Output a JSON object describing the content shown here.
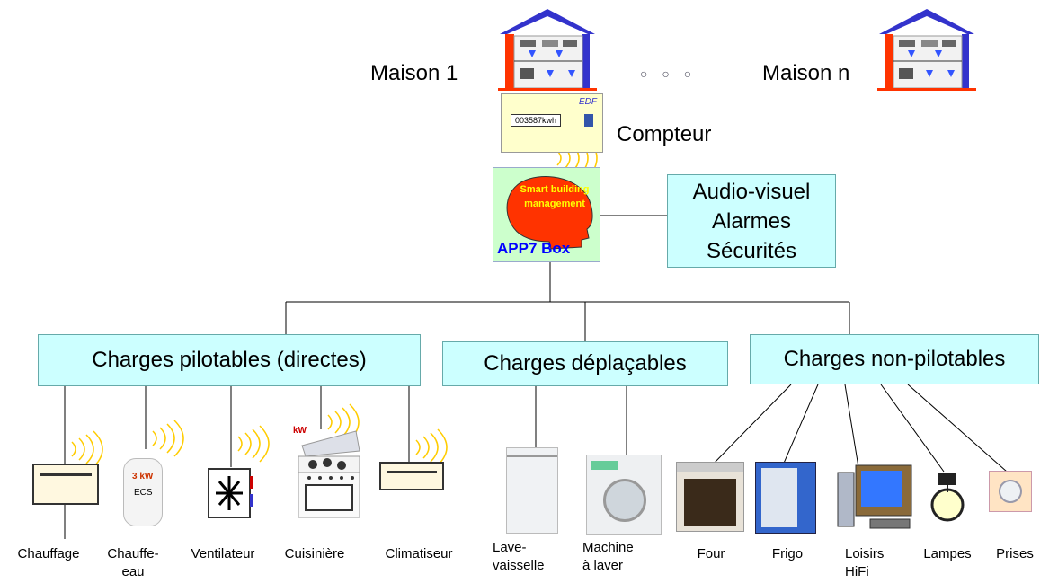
{
  "houses": {
    "first": "Maison 1",
    "last": "Maison n",
    "ellipsis": "○ ○ ○"
  },
  "meter": {
    "label": "Compteur",
    "brand": "EDF",
    "reading": "003587kwh"
  },
  "box": {
    "head_text": "Smart building management",
    "name": "APP7 Box"
  },
  "services": {
    "line1": "Audio-visuel",
    "line2": "Alarmes",
    "line3": "Sécurités"
  },
  "categories": {
    "direct": "Charges pilotables (directes)",
    "shiftable": "Charges déplaçables",
    "non_controllable": "Charges non-pilotables"
  },
  "appliances": {
    "chauffage": "Chauffage",
    "chauffe_eau": "Chauffe-\neau",
    "ventilateur": "Ventilateur",
    "cuisiniere": "Cuisinière",
    "climatiseur": "Climatiseur",
    "lave_vaisselle": "Lave-\nvaisselle",
    "machine": "Machine\nà laver",
    "four": "Four",
    "frigo": "Frigo",
    "loisirs": "Loisirs\nHiFi",
    "lampes": "Lampes",
    "prises": "Prises"
  },
  "boiler_labels": {
    "power": "3 kW",
    "name": "ECS"
  },
  "stove_label": "kW",
  "colors": {
    "box_fill": "#ccffff",
    "head": "#ff3300",
    "house_wall": "#ff3300",
    "house_roof": "#3333cc",
    "head_text": "#ffff00",
    "box_name": "#0000ff"
  }
}
